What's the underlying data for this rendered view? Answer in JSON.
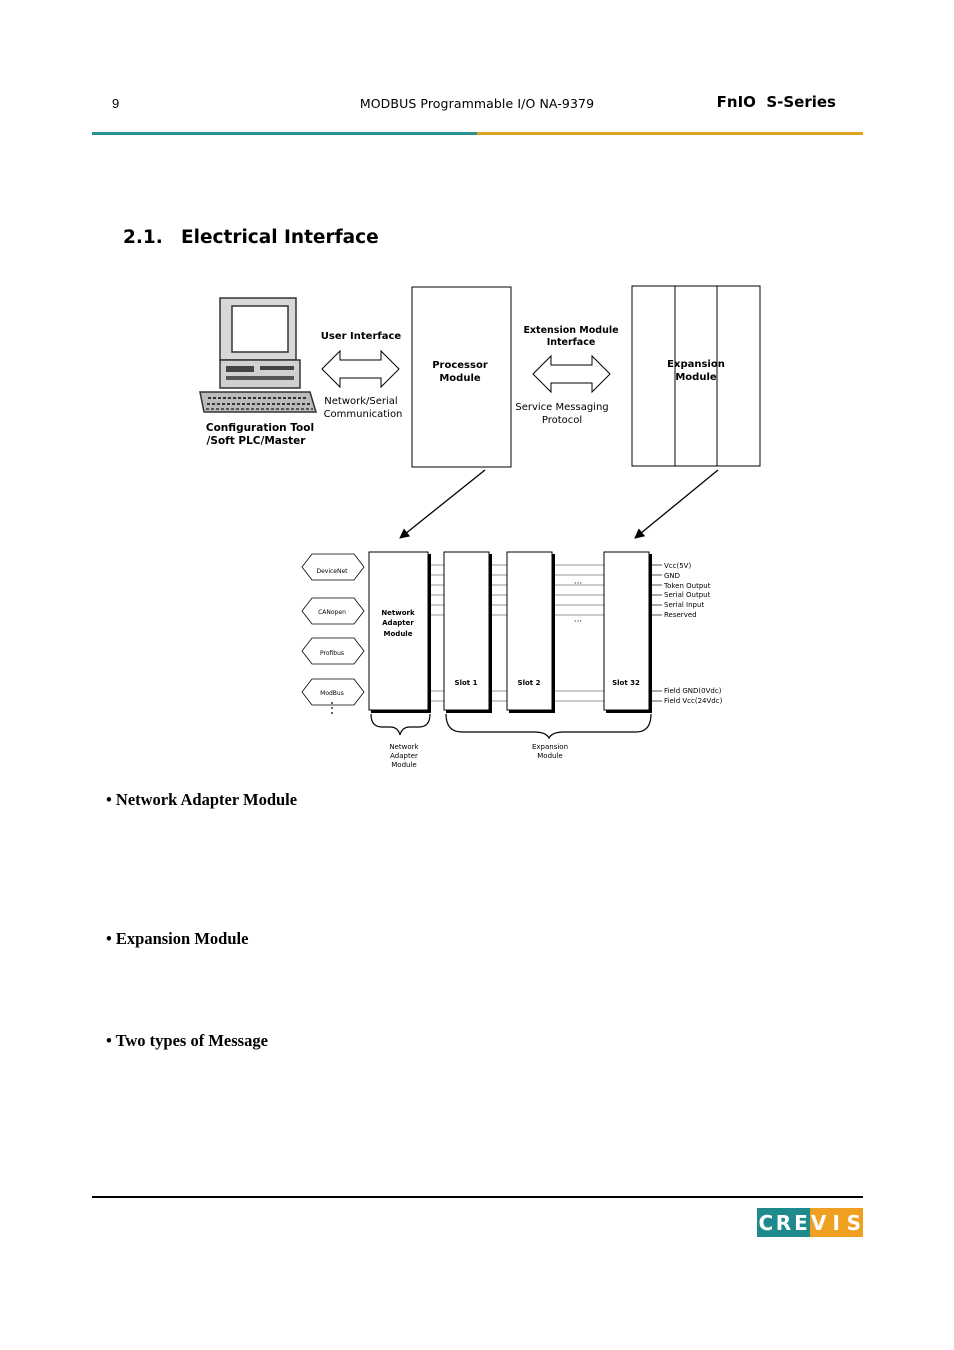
{
  "header": {
    "page_number": "9",
    "document_title": "MODBUS Programmable I/O NA-9379",
    "series": "FnIO  S-Series"
  },
  "section": {
    "number": "2.1.",
    "title": "Electrical Interface"
  },
  "diagram": {
    "top": {
      "user_interface": "User Interface",
      "network_serial_1": "Network/Serial",
      "network_serial_2": "Communication",
      "config_tool_1": "Configuration Tool",
      "config_tool_2": "/Soft PLC/Master",
      "processor_1": "Processor",
      "processor_2": "Module",
      "ext_iface_1": "Extension Module",
      "ext_iface_2": "Interface",
      "service_msg_1": "Service Messaging",
      "service_msg_2": "Protocol",
      "expansion_1": "Expansion",
      "expansion_2": "Module"
    },
    "bottom": {
      "networks": [
        "DeviceNet",
        "CANopen",
        "Profibus",
        "ModBus"
      ],
      "adapter_1": "Network",
      "adapter_2": "Adapter",
      "adapter_3": "Module",
      "slots": [
        "Slot 1",
        "Slot 2",
        "Slot 32"
      ],
      "signals_top": [
        "Vcc(5V)",
        "GND",
        "Token Output",
        "Serial Output",
        "Serial Input",
        "Reserved"
      ],
      "signals_bottom": [
        "Field GND(0Vdc)",
        "Field Vcc(24Vdc)"
      ],
      "brace_adapter_1": "Network",
      "brace_adapter_2": "Adapter",
      "brace_adapter_3": "Module",
      "brace_expansion_1": "Expansion",
      "brace_expansion_2": "Module"
    }
  },
  "bullets": [
    "• Network Adapter Module",
    "• Expansion Module",
    "• Two types of Message"
  ],
  "logo": {
    "letters": [
      "C",
      "R",
      "E",
      "V",
      "I",
      "S"
    ],
    "teal": "#1f8a8c",
    "orange": "#f0a020"
  },
  "colors": {
    "rule_left": "#2a8f8f",
    "rule_right": "#e0a020"
  }
}
